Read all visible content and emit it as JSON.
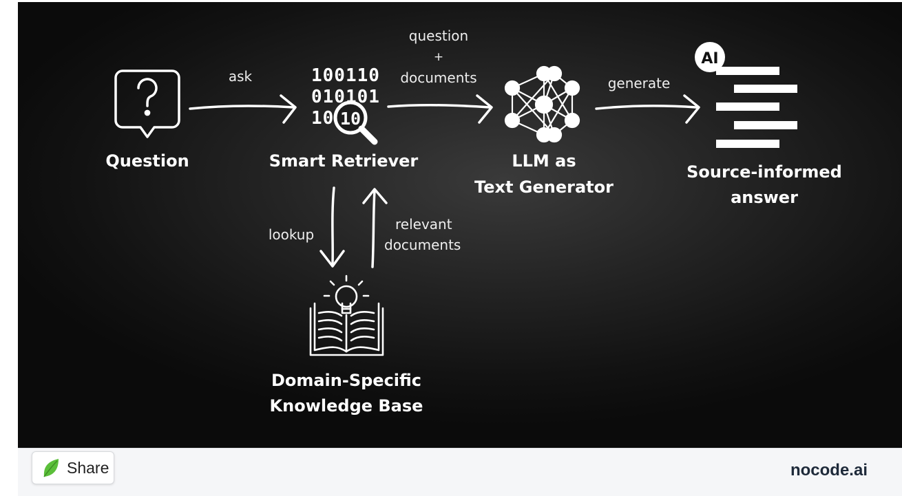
{
  "diagram": {
    "nodes": {
      "question": "Question",
      "retriever": "Smart Retriever",
      "llm_line1": "LLM as",
      "llm_line2": "Text Generator",
      "answer_line1": "Source-informed",
      "answer_line2": "answer",
      "kb_line1": "Domain-Specific",
      "kb_line2": "Knowledge Base"
    },
    "edges": {
      "ask": "ask",
      "q_docs_line1": "question",
      "q_docs_line2": "+",
      "q_docs_line3": "documents",
      "generate": "generate",
      "lookup": "lookup",
      "relevant_line1": "relevant",
      "relevant_line2": "documents"
    },
    "icon_text": {
      "binary_line1": "100110",
      "binary_line2": "010101",
      "binary_line3": "10",
      "binary_lens": "10",
      "ai_badge": "AI"
    },
    "icons": [
      "question-bubble-icon",
      "binary-search-icon",
      "neural-network-icon",
      "ai-document-icon",
      "open-book-lightbulb-icon"
    ]
  },
  "footer": {
    "share_label": "Share",
    "brand": "nocode.ai",
    "icons": [
      "leaf-icon"
    ]
  },
  "colors": {
    "background": "#1c1c1c",
    "foreground": "#ffffff",
    "footer_bg": "#f5f6f8",
    "share_icon": "#5bbf3a",
    "brand_text": "#1e2a3a"
  }
}
